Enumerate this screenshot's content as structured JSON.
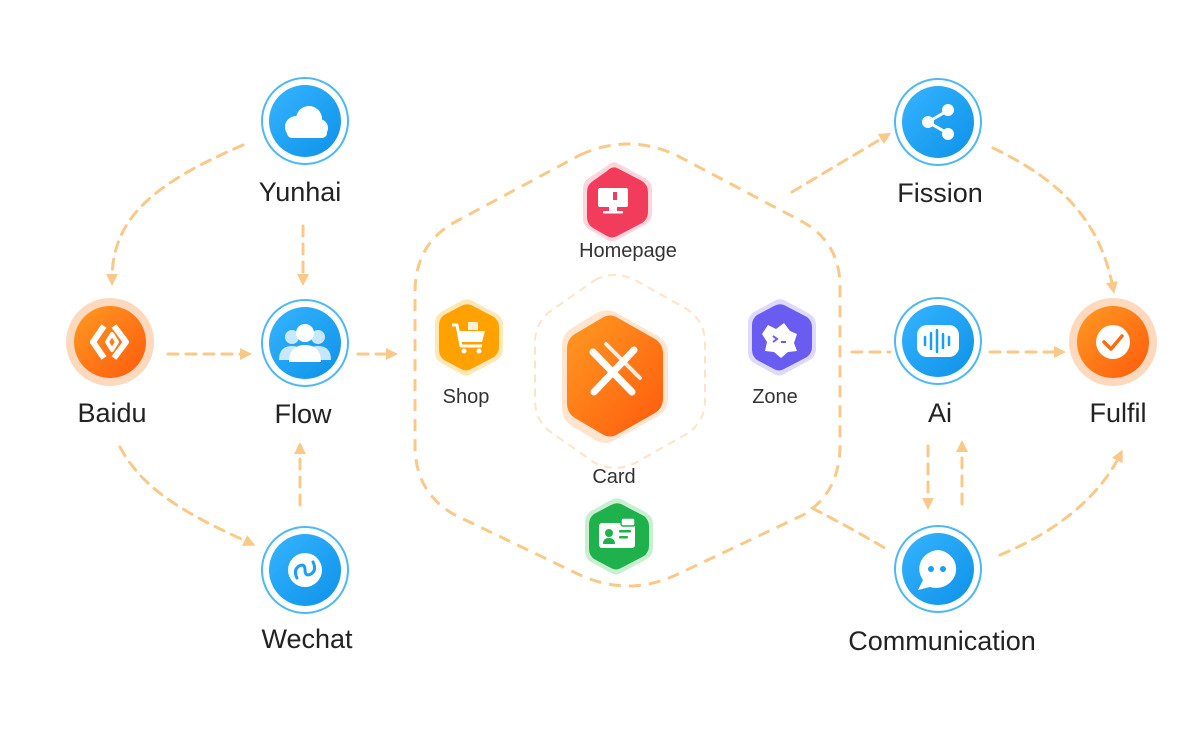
{
  "colors": {
    "blue": "#1aa0f0",
    "orange": "#ff6a13",
    "dash": "#f9c98a",
    "homepage": "#f23c5c",
    "shop": "#ffa200",
    "zone": "#6a5cf0",
    "card": "#1fb24c"
  },
  "nodes": {
    "yunhai": {
      "label": "Yunhai",
      "icon": "cloud-icon"
    },
    "baidu": {
      "label": "Baidu",
      "icon": "baidu-cloud-logo-icon"
    },
    "flow": {
      "label": "Flow",
      "icon": "users-icon"
    },
    "wechat": {
      "label": "Wechat",
      "icon": "mini-program-icon"
    },
    "fission": {
      "label": "Fission",
      "icon": "share-icon"
    },
    "ai": {
      "label": "Ai",
      "icon": "voice-wave-icon"
    },
    "fulfil": {
      "label": "Fulfil",
      "icon": "check-icon"
    },
    "communication": {
      "label": "Communication",
      "icon": "chat-bubble-icon"
    }
  },
  "hub": {
    "center": {
      "icon": "brand-x-logo-icon"
    },
    "homepage": {
      "label": "Homepage",
      "icon": "monitor-icon"
    },
    "shop": {
      "label": "Shop",
      "icon": "cart-icon"
    },
    "zone": {
      "label": "Zone",
      "icon": "mascot-icon"
    },
    "card": {
      "label": "Card",
      "icon": "business-card-icon"
    }
  }
}
